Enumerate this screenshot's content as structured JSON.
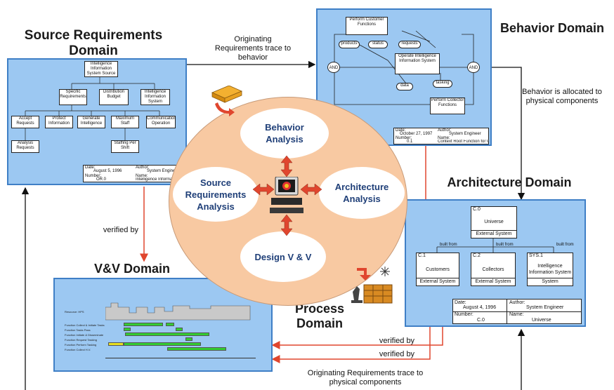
{
  "titles": {
    "source_requirements": "Source Requirements Domain",
    "behavior": "Behavior Domain",
    "architecture": "Architecture Domain",
    "vv": "V&V Domain",
    "process": "Process Domain"
  },
  "notes": {
    "originating_to_behavior": "Originating Requirements trace to behavior",
    "behavior_allocated": "Behavior is allocated to physical components",
    "verified_by_left": "verified by",
    "verified_by_1": "verified by",
    "verified_by_2": "verified by",
    "originating_to_physical": "Originating Requirements trace to physical components"
  },
  "process": {
    "behavior_analysis": "Behavior Analysis",
    "source_requirements_analysis": "Source Requirements Analysis",
    "architecture_analysis": "Architecture Analysis",
    "design_vv": "Design V & V"
  },
  "architecture": {
    "universe": {
      "id": "C.0",
      "name": "Universe",
      "type": "External System"
    },
    "children": [
      {
        "id": "C.1",
        "name": "Customers",
        "type": "External System",
        "rel": "built from"
      },
      {
        "id": "C.2",
        "name": "Collectors",
        "type": "External System",
        "rel": "built from"
      },
      {
        "id": "SYS.1",
        "name": "Intelligence Information System",
        "type": "System",
        "rel": "built from"
      }
    ],
    "footer": {
      "date_label": "Date:",
      "date": "August 4, 1996",
      "author_label": "Author:",
      "author": "System Engineer",
      "number_label": "Number:",
      "number": "C.0",
      "name_label": "Name:",
      "name": "Universe"
    }
  },
  "behavior_diagram": {
    "top": "Perform Customer Functions",
    "middle": "Operate Intelligence Information System",
    "bottom": "Perform Collector Functions",
    "items": [
      "products",
      "status",
      "requests",
      "data",
      "tasking"
    ],
    "and": "AND",
    "footer_date_label": "Date:",
    "footer_date": "October 27, 1997",
    "footer_author_label": "Author:",
    "footer_author": "System Engineer",
    "footer_number_label": "Number:",
    "footer_number": "0.1",
    "footer_name_label": "Name:",
    "footer_name": "Context Root Function for Universe"
  },
  "source_tree": {
    "root": "Intelligence Information System Source Require...",
    "level1": [
      "Specific Requirements",
      "Distribution Budget",
      "Intelligence Information System"
    ],
    "level2": [
      "Accept Requests",
      "Protect Information",
      "Generate Intelligence",
      "Maximum Staff",
      "Communication Operation"
    ],
    "level3": [
      "Analysis Requests",
      "Staffing Per Shift"
    ],
    "footer_date_label": "Date:",
    "footer_date": "August 5, 1996",
    "footer_author_label": "Author:",
    "footer_author": "System Engineer",
    "footer_number_label": "Number:",
    "footer_number": "OR.0",
    "footer_name_label": "Name:",
    "footer_name": "Intelligence Information System Source Requi..."
  },
  "vv_chart": {
    "labels": [
      "Resource: HPS",
      "Function Collect & Initiate Tasks",
      "Function Tasks Pass",
      "Function Initiate & Disseminate",
      "Function Request Tasking",
      "Function Perform Tasking",
      "Function Collect H.V."
    ]
  },
  "colors": {
    "panel_fill": "#9cc8f2",
    "panel_border": "#3f7fc6",
    "process_circle": "#f8c9a2",
    "arrow_red": "#e0462e",
    "ellipse_text": "#1f3f78",
    "bar_green": "#33cc33",
    "bar_yellow": "#e8e020"
  }
}
